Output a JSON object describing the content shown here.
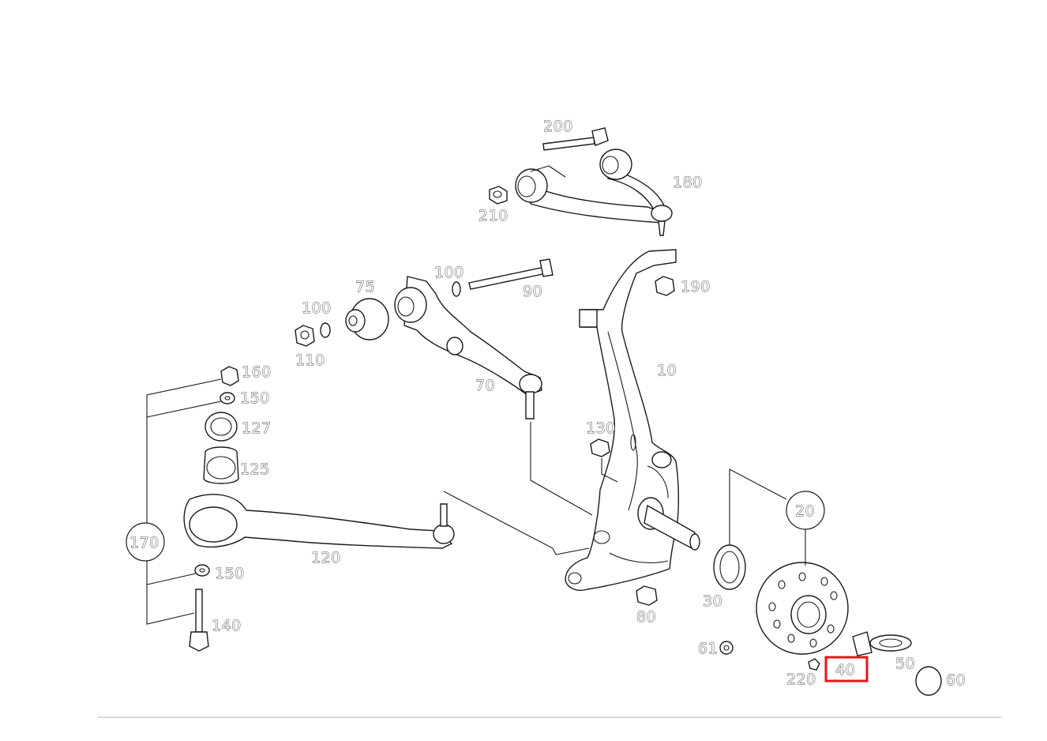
{
  "labels": {
    "p200": "200",
    "p180": "180",
    "p210": "210",
    "p190": "190",
    "p100a": "100",
    "p90": "90",
    "p75": "75",
    "p100b": "100",
    "p110": "110",
    "p70": "70",
    "p10": "10",
    "p160": "160",
    "p150a": "150",
    "p127": "127",
    "p125": "125",
    "p170": "170",
    "p120": "120",
    "p150b": "150",
    "p140": "140",
    "p130": "130",
    "p20": "20",
    "p30": "30",
    "p80": "80",
    "p61": "61",
    "p220": "220",
    "p40": "40",
    "p50": "50",
    "p60": "60"
  },
  "highlight": {
    "label": "40",
    "color": "#e8141a"
  },
  "colors": {
    "line": "#1a1a1a",
    "background": "#ffffff",
    "divider": "#b0b0b0"
  }
}
